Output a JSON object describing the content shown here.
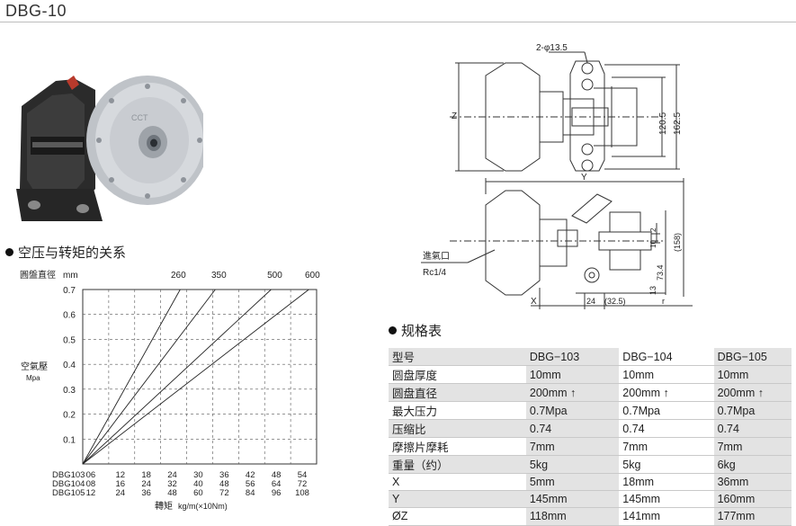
{
  "title": "DBG-10",
  "chart_section": {
    "heading": "空压与转矩的关系"
  },
  "chart_data": {
    "type": "line",
    "ylabel_top": "圓盤直徑",
    "ylabel_top_unit": "mm",
    "disc_diameters": [
      "260",
      "350",
      "500",
      "600"
    ],
    "ylabel": "空氣壓",
    "ylabel_unit": "Mpa",
    "y_ticks": [
      "0.7",
      "0.6",
      "0.5",
      "0.4",
      "0.3",
      "0.2",
      "0.1"
    ],
    "ylim": [
      0,
      0.7
    ],
    "x_rows": [
      {
        "name": "DBG103",
        "values": [
          "06",
          "12",
          "18",
          "24",
          "30",
          "36",
          "42",
          "48",
          "54"
        ]
      },
      {
        "name": "DBG104",
        "values": [
          "08",
          "16",
          "24",
          "32",
          "40",
          "48",
          "56",
          "64",
          "72"
        ]
      },
      {
        "name": "DBG105",
        "values": [
          "12",
          "24",
          "36",
          "48",
          "60",
          "72",
          "84",
          "96",
          "108"
        ]
      }
    ],
    "xlabel": "轉矩",
    "xlabel_unit": "kg/m(×10Nm)",
    "series": [
      {
        "name": "260",
        "points": [
          [
            0,
            0
          ],
          [
            3.75,
            0.7
          ]
        ]
      },
      {
        "name": "350",
        "points": [
          [
            0,
            0
          ],
          [
            5.1,
            0.7
          ]
        ]
      },
      {
        "name": "500",
        "points": [
          [
            0,
            0
          ],
          [
            7.25,
            0.7
          ]
        ]
      },
      {
        "name": "600",
        "points": [
          [
            0,
            0
          ],
          [
            8.7,
            0.7
          ]
        ]
      }
    ]
  },
  "drawing": {
    "hole_label": "2-φ13.5",
    "dim_z": "Z",
    "dim_1205": "120.5",
    "dim_1625": "162.5",
    "dim_y": "Y",
    "dim_158": "(158)",
    "dim_2": "2",
    "dim_10": "10",
    "dim_734": "73.4",
    "dim_13": "13",
    "dim_x": "X",
    "dim_24": "24",
    "dim_325": "(32.5)",
    "dim_r": "r",
    "inlet_label": "進氣口",
    "inlet_thread": "Rc1/4"
  },
  "spec_section": {
    "heading": "规格表"
  },
  "spec_table": {
    "header": [
      "型号",
      "DBG−103",
      "DBG−104",
      "DBG−105"
    ],
    "rows": [
      [
        "圆盘厚度",
        "10mm",
        "10mm",
        "10mm"
      ],
      [
        "圆盘直径",
        "200mm ↑",
        "200mm ↑",
        "200mm ↑"
      ],
      [
        "最大压力",
        "0.7Mpa",
        "0.7Mpa",
        "0.7Mpa"
      ],
      [
        "压缩比",
        "0.74",
        "0.74",
        "0.74"
      ],
      [
        "摩擦片摩耗",
        "7mm",
        "7mm",
        "7mm"
      ],
      [
        "重量（约）",
        "5kg",
        "5kg",
        "6kg"
      ],
      [
        "X",
        "5mm",
        "18mm",
        "36mm"
      ],
      [
        "Y",
        "145mm",
        "145mm",
        "160mm"
      ],
      [
        "ØZ",
        "118mm",
        "141mm",
        "177mm"
      ]
    ]
  }
}
